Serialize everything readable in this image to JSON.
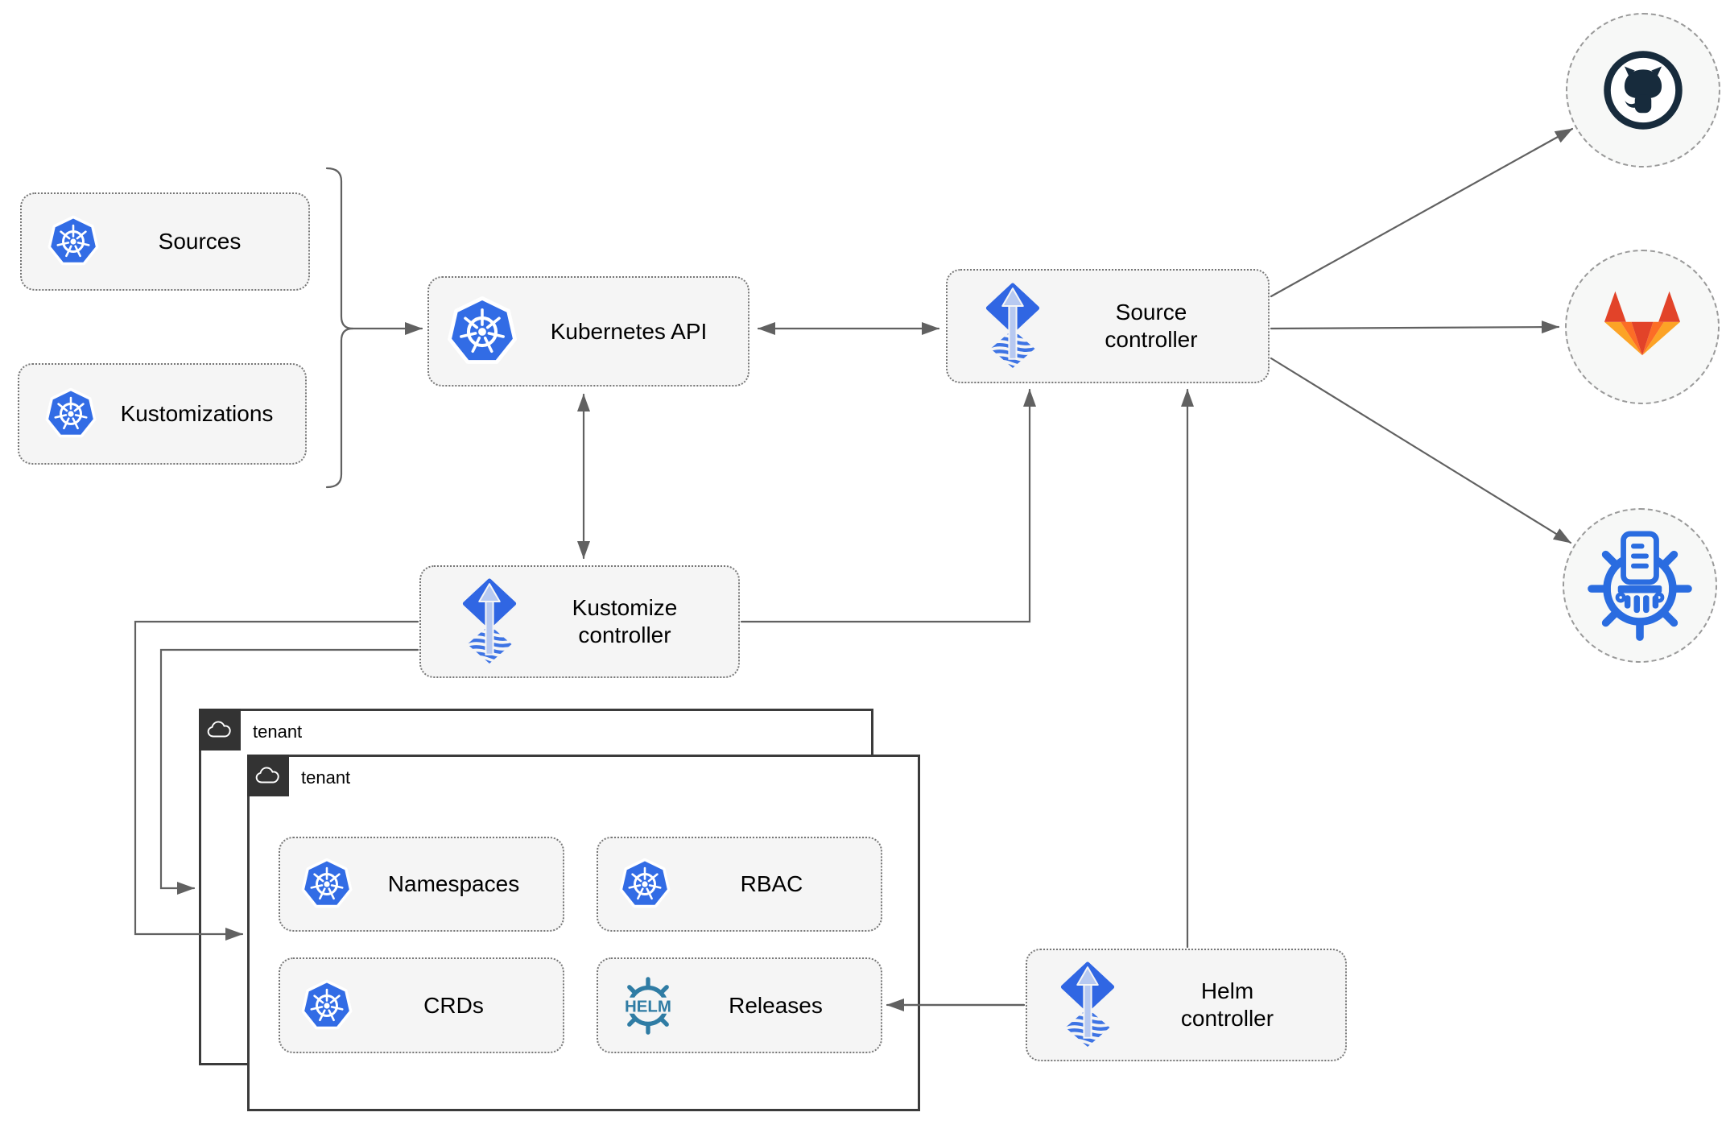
{
  "nodes": {
    "sources": {
      "label": "Sources"
    },
    "kustomizations": {
      "label": "Kustomizations"
    },
    "kubernetes_api": {
      "label": "Kubernetes API"
    },
    "source_controller": {
      "label": "Source\ncontroller"
    },
    "kustomize_controller": {
      "label": "Kustomize\ncontroller"
    },
    "helm_controller": {
      "label": "Helm\ncontroller"
    },
    "namespaces": {
      "label": "Namespaces"
    },
    "rbac": {
      "label": "RBAC"
    },
    "crds": {
      "label": "CRDs"
    },
    "releases": {
      "label": "Releases"
    }
  },
  "tenants": {
    "back": {
      "label": "tenant"
    },
    "front": {
      "label": "tenant"
    }
  },
  "helm_logo_text": "HELM",
  "icons": {
    "kubernetes": "kubernetes-icon",
    "flux": "flux-icon",
    "helm": "helm-icon",
    "github": "github-icon",
    "gitlab": "gitlab-icon",
    "chartmuseum": "chartmuseum-icon",
    "cloud": "cloud-icon"
  },
  "colors": {
    "kubernetes_blue": "#326ce5",
    "flux_blue": "#3066e3",
    "flux_arrow_light": "#b7c9f1",
    "helm_teal": "#2f7ca4",
    "github_dark": "#172b3c",
    "gitlab_red": "#e24329",
    "gitlab_orange": "#fc6d26",
    "gitlab_amber": "#fca326",
    "chartmuseum_blue": "#2a6ce0",
    "connector_gray": "#616161",
    "node_fill": "#f5f5f5",
    "tenant_border": "#3b3b3b",
    "tenant_tag": "#333333"
  }
}
